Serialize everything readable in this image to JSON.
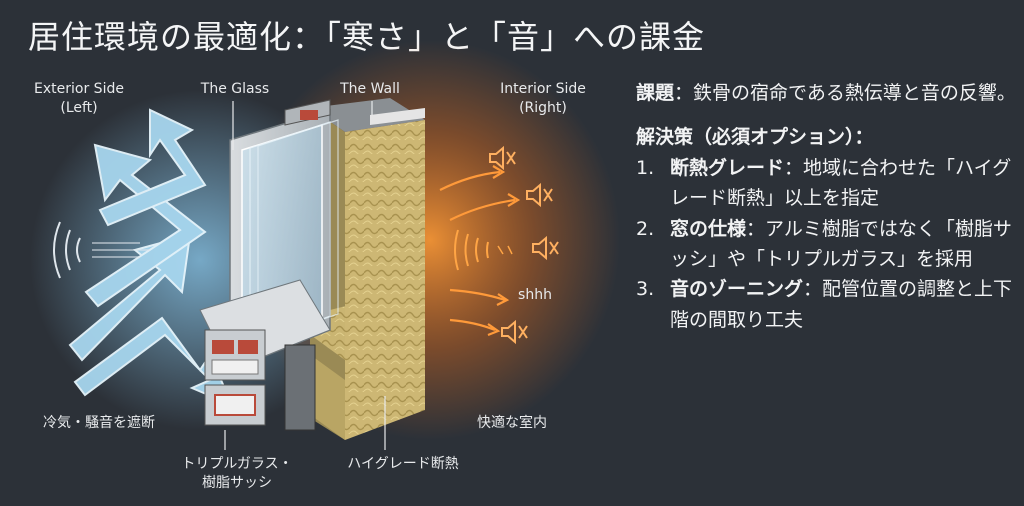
{
  "title": "居住環境の最適化：「寒さ」と「音」への課金",
  "labels": {
    "exterior": "Exterior Side\n(Left)",
    "glass": "The Glass",
    "wall": "The Wall",
    "interior": "Interior Side\n(Right)",
    "shhh": "shhh",
    "cold_block": "冷気・騒音を遮断",
    "comfort": "快適な室内",
    "sash": "トリプルガラス・\n樹脂サッシ",
    "insulation": "ハイグレード断熱"
  },
  "panel": {
    "issue_head": "課題",
    "issue_text": "：鉄骨の宿命である熱伝導と音の反響。",
    "solution_head": "解決策（必須オプション）：",
    "items": [
      {
        "num": "1.",
        "head": "断熱グレード",
        "text": "：地域に合わせた「ハイグレード断熱」以上を指定"
      },
      {
        "num": "2.",
        "head": "窓の仕様",
        "text": "：アルミ樹脂ではなく「樹脂サッシ」や「トリプルガラス」を採用"
      },
      {
        "num": "3.",
        "head": "音のゾーニング",
        "text": "：配管位置の調整と上下階の間取り工夫"
      }
    ]
  },
  "colors": {
    "background": "#2c3138",
    "cold_arrow": "#9ecfe8",
    "warm_glow": "#f08a2a",
    "insulation": "#cdb774"
  }
}
